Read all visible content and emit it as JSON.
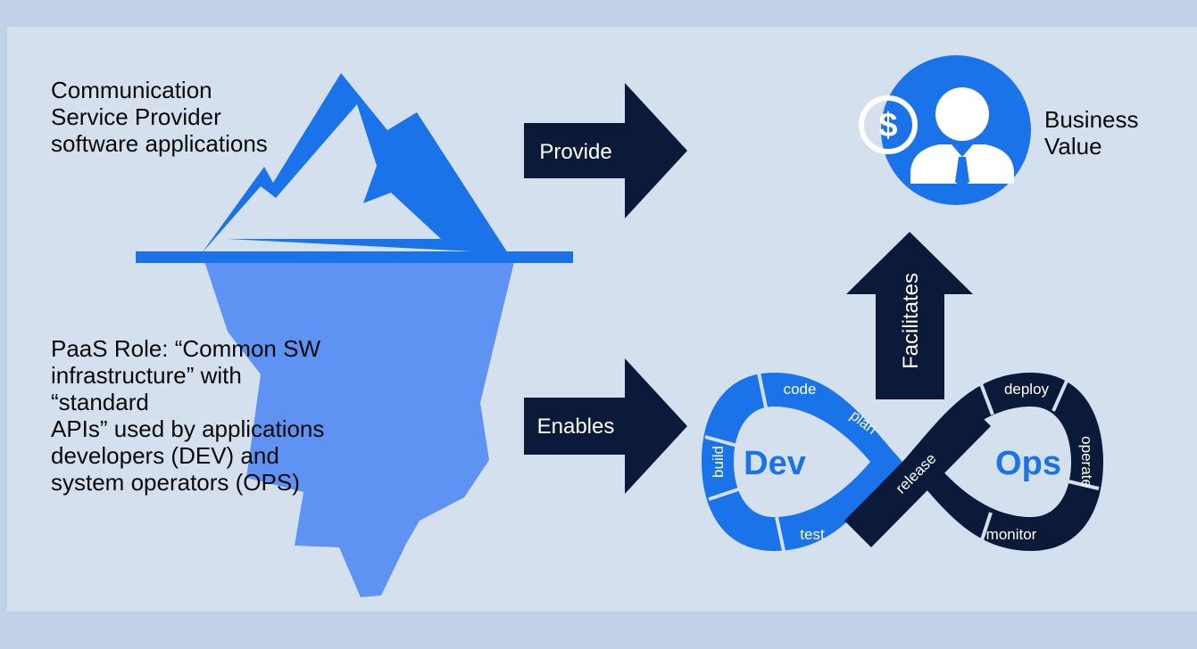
{
  "captions": {
    "top": "Communication\nService Provider\nsoftware applications",
    "bottom": "PaaS Role: “Common SW\ninfrastructure” with “standard\nAPIs” used by applications\ndevelopers (DEV) and\nsystem operators (OPS)",
    "value": "Business\nValue"
  },
  "arrows": {
    "provide": "Provide",
    "enables": "Enables",
    "facilitates": "Facilitates"
  },
  "devops": {
    "dev": "Dev",
    "ops": "Ops",
    "stages": {
      "code": "code",
      "plan": "plan",
      "build": "build",
      "test": "test",
      "release": "release",
      "deploy": "deploy",
      "operate": "operate",
      "monitor": "monitor"
    }
  },
  "icons": {
    "business_value": "dollar-businessman-icon"
  },
  "colors": {
    "panel": "#d5e0ef",
    "outer": "#c1d1e8",
    "primary_blue": "#1a73e8",
    "light_blue": "#5e93f4",
    "navy": "#0c1a3a"
  }
}
